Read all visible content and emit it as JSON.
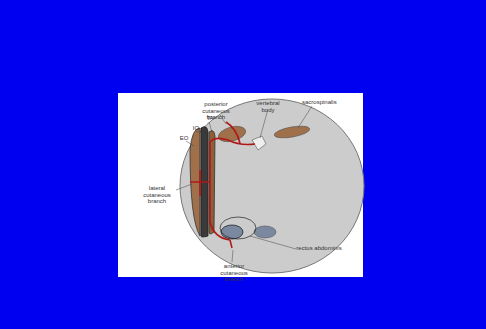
{
  "diagram": {
    "labels": [
      "posterior cutaneous branch",
      "vertebral body",
      "sacrospinalis",
      "TA",
      "IO",
      "EO",
      "lateral cutaneous branch",
      "rectus abdominis",
      "anterior cutaneous branch"
    ]
  }
}
